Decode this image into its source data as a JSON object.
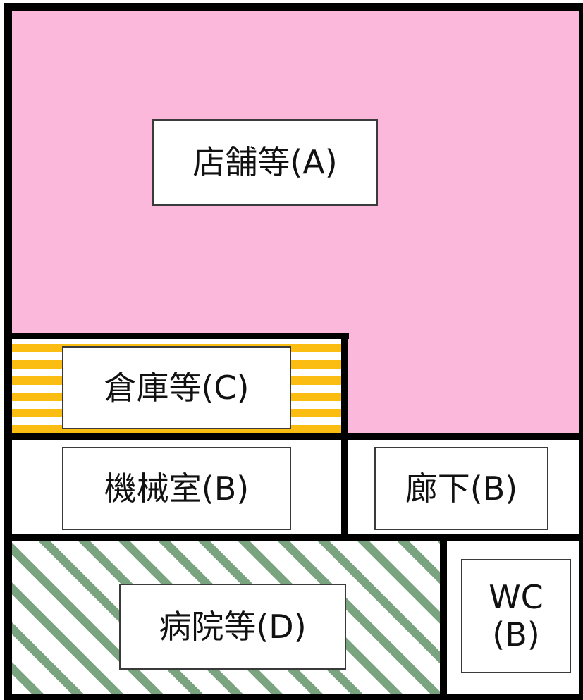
{
  "colors": {
    "store_fill": "#fbb8da",
    "warehouse_stripe": "#fbbd12",
    "hospital_hatch": "#7aa37f",
    "wall": "#000000",
    "label_border": "#3a3a3a",
    "background": "#ffffff"
  },
  "rooms": {
    "store": {
      "label": "店舗等(A)"
    },
    "warehouse": {
      "label": "倉庫等(C)"
    },
    "machine_room": {
      "label": "機械室(B)"
    },
    "corridor": {
      "label": "廊下(B)"
    },
    "hospital": {
      "label": "病院等(D)"
    },
    "wc": {
      "label_line1": "WC",
      "label_line2": "(B)"
    }
  }
}
